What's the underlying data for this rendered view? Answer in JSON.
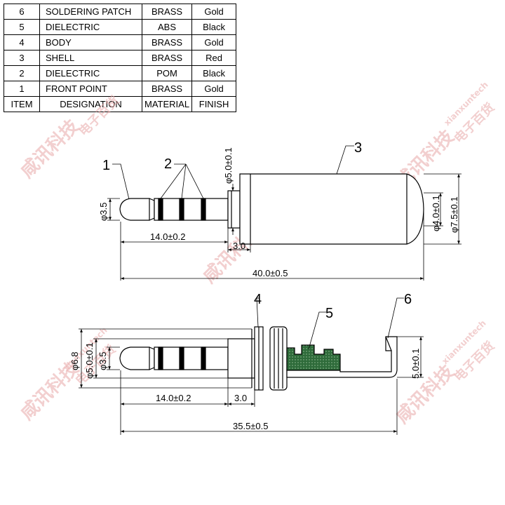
{
  "table": {
    "rows": [
      {
        "item": "6",
        "designation": "SOLDERING PATCH",
        "material": "BRASS",
        "finish": "Gold"
      },
      {
        "item": "5",
        "designation": "DIELECTRIC",
        "material": "ABS",
        "finish": "Black"
      },
      {
        "item": "4",
        "designation": "BODY",
        "material": "BRASS",
        "finish": "Gold"
      },
      {
        "item": "3",
        "designation": "SHELL",
        "material": "BRASS",
        "finish": "Red"
      },
      {
        "item": "2",
        "designation": "DIELECTRIC",
        "material": "POM",
        "finish": "Black"
      },
      {
        "item": "1",
        "designation": "FRONT POINT",
        "material": "BRASS",
        "finish": "Gold"
      }
    ],
    "header": {
      "item": "ITEM",
      "designation": "DESIGNATION",
      "material": "MATERIAL",
      "finish": "FINISH"
    }
  },
  "top_view": {
    "callouts": {
      "c1": "1",
      "c2": "2",
      "c3": "3"
    },
    "dims": {
      "tip_dia": "φ3.5",
      "neck_dia": "φ5.0±0.1",
      "shell_inner_dia": "φ4.0±0.1",
      "shell_outer_dia": "φ7.5±0.1",
      "plug_length": "14.0±0.2",
      "flange_length": "3.0",
      "overall_length": "40.0±0.5"
    }
  },
  "bottom_view": {
    "callouts": {
      "c4": "4",
      "c5": "5",
      "c6": "6"
    },
    "dims": {
      "outer_dia": "φ6.8",
      "neck_dia": "φ5.0±0.1",
      "tip_dia": "φ3.5",
      "patch_height": "5.0±0.1",
      "plug_length": "14.0±0.2",
      "flange_length": "3.0",
      "overall_length": "35.5±0.5"
    }
  },
  "watermark": {
    "cn": "咸讯科技",
    "cn_sub": "电子百货",
    "en": "xianxuntech"
  },
  "colors": {
    "line": "#000000",
    "watermark": "#e9a9a9",
    "dielectric": "#2e6b3a"
  }
}
